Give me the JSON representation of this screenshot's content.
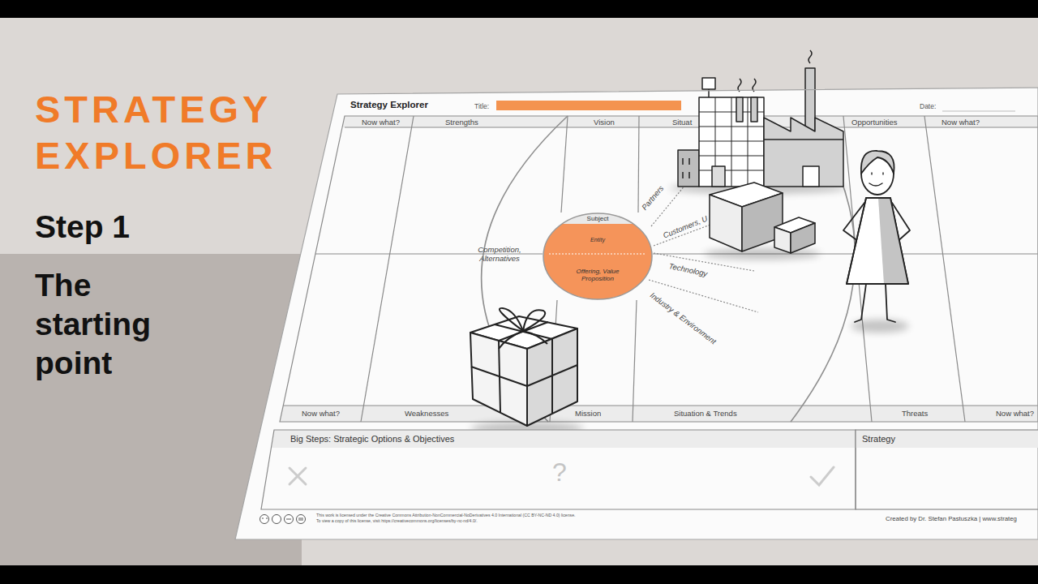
{
  "diagram": {
    "title": "STRATEGY EXPLORER",
    "nodes": [
      {
        "text": [
          "Strategy Explorer"
        ]
      },
      {
        "text": [
          "Subject",
          "Entity",
          "Offering, Value Proposition"
        ],
        "in": 0
      },
      {
        "text": [
          "Big Steps: Strategic Options & Objectives",
          "?"
        ],
        "in": 0
      },
      {
        "text": [
          "Strategy"
        ],
        "in": 0
      }
    ],
    "labels": [
      "Step 1",
      "The starting point",
      "Title:",
      "Date:",
      "Now what?",
      "Strengths",
      "Vision",
      "Situat",
      "Opportunities",
      "Now what?",
      "Competition, Alternatives",
      "Partners",
      "Customers, U",
      "Technology",
      "Industry & Environment",
      "Now what?",
      "Weaknesses",
      "Mission",
      "Situation & Trends",
      "Threats",
      "Now what?",
      "This work is licensed under the Creative Commons Attribution-NonCommercial-NoDerivatives 4.0 International (CC BY-NC-ND 4.0) license.",
      "To view a copy of this license, visit https://creativecommons.org/licenses/by-nc-nd/4.0/.",
      "Created by Dr. Stefan Pastuszka | www.strateg"
    ]
  }
}
